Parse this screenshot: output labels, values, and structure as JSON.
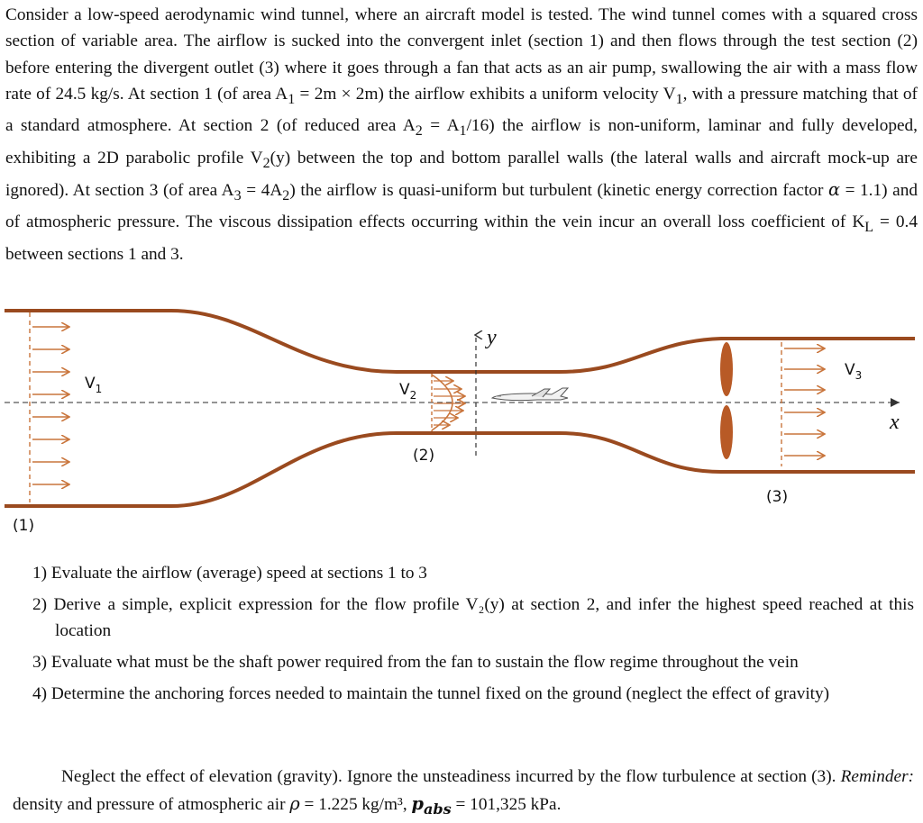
{
  "intro": {
    "p1": "Consider a low-speed aerodynamic wind tunnel, where an aircraft model is tested. The wind tunnel comes with a squared cross section of variable area. The airflow is sucked into the convergent inlet (section 1) and then flows through the test section (2) before entering the divergent outlet (3) where it goes through a fan that acts as an air pump, swallowing the air with a mass flow rate of 24.5 kg/s. At section 1 (of area ",
    "a1": "A",
    "a1_sub": "1",
    "p2": " = 2m × 2m) the airflow exhibits a uniform velocity ",
    "v1": "V",
    "v1_sub": "1",
    "p3": ", with a pressure matching that of a standard atmosphere. At section 2 (of reduced area ",
    "a2": "A",
    "a2_sub": "2",
    "p4": " = ",
    "a1b": "A",
    "a1b_sub": "1",
    "p5": "/16) the airflow is non-uniform, laminar and fully developed, exhibiting a 2D parabolic profile ",
    "v2": "V",
    "v2_sub": "2",
    "p6": "(y) between the top and bottom parallel walls (the lateral walls and aircraft mock-up are ignored). At section 3 (of area ",
    "a3": "A",
    "a3_sub": "3",
    "p7": " = 4",
    "a2b": "A",
    "a2b_sub": "2",
    "p8": ") the airflow is quasi-uniform but turbulent (kinetic energy correction factor ",
    "alpha": "α",
    "p9": " = 1.1) and of atmospheric pressure. The viscous dissipation effects occurring within the vein incur an overall loss coefficient of ",
    "kl": "K",
    "kl_sub": "L",
    "p10": " = 0.4 between sections 1 and 3."
  },
  "figure": {
    "v1_label": "V",
    "v1_sub": "1",
    "v2_label": "V",
    "v2_sub": "2",
    "v3_label": "V",
    "v3_sub": "3",
    "y_axis": "y",
    "x_axis": "x",
    "section1": "(1)",
    "section2": "(2)",
    "section3": "(3)",
    "colors": {
      "wall": "#9a4a1f",
      "arrow": "#c9753c",
      "fan": "#b85a26",
      "dash": "#555555"
    }
  },
  "tasks": [
    "1) Evaluate the airflow (average) speed at sections 1 to 3",
    "2) Derive a simple, explicit expression for the flow profile V₂(y) at section 2, and infer the highest speed reached at this location",
    "3) Evaluate what must be the shaft power required from the fan to sustain the flow regime throughout the vein",
    "4) Determine the anchoring forces needed to maintain the tunnel fixed on the ground (neglect the effect of gravity)"
  ],
  "closing": {
    "text1": "Neglect the effect of elevation (gravity). Ignore the unsteadiness incurred by the flow turbulence at section (3). ",
    "reminder": "Reminder:",
    "text2": " density and pressure of atmospheric air ",
    "rho": "ρ",
    "text3": " = 1.225 kg/m³, ",
    "p": "p",
    "p_sub": "abs",
    "text4": " = 101,325 kPa."
  }
}
